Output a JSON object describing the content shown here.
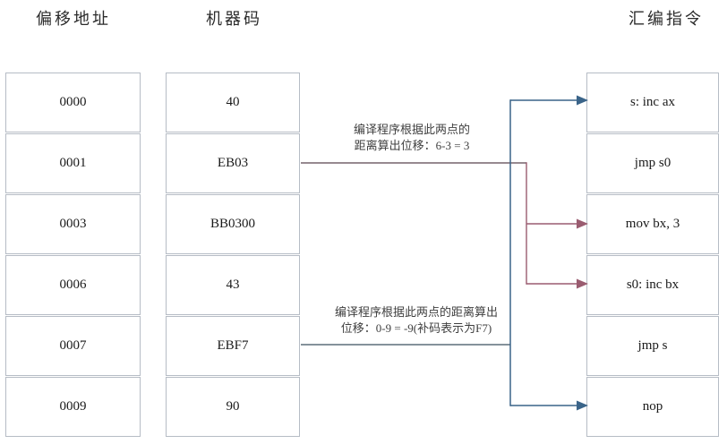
{
  "title_row": {
    "offset_header": "偏移地址",
    "machine_code_header": "机器码",
    "assembly_header": "汇编指令"
  },
  "table": {
    "offset_addresses": [
      "0000",
      "0001",
      "0003",
      "0006",
      "0007",
      "0009"
    ],
    "machine_codes": [
      "40",
      "EB03",
      "BB0300",
      "43",
      "EBF7",
      "90"
    ],
    "assembly_instructions": [
      "s: inc ax",
      "jmp s0",
      "mov bx, 3",
      "s0: inc bx",
      "jmp s",
      "nop"
    ]
  },
  "annotations": {
    "forward_jump": {
      "line1": "编译程序根据此两点的",
      "line2": "距离算出位移：6-3 = 3"
    },
    "backward_jump": {
      "line1": "编译程序根据此两点的距离算出",
      "line2": "位移：0-9 = -9(补码表示为F7)"
    }
  },
  "colors": {
    "forward_connector": "#9A5C70",
    "forward_connector_lead": "#75626C",
    "backward_connector": "#3A6489",
    "backward_connector_lead": "#5C6E7A",
    "cell_border": "#B6BCC5",
    "text": "#1A1A1A",
    "annotation_text": "#3F3F3F"
  }
}
